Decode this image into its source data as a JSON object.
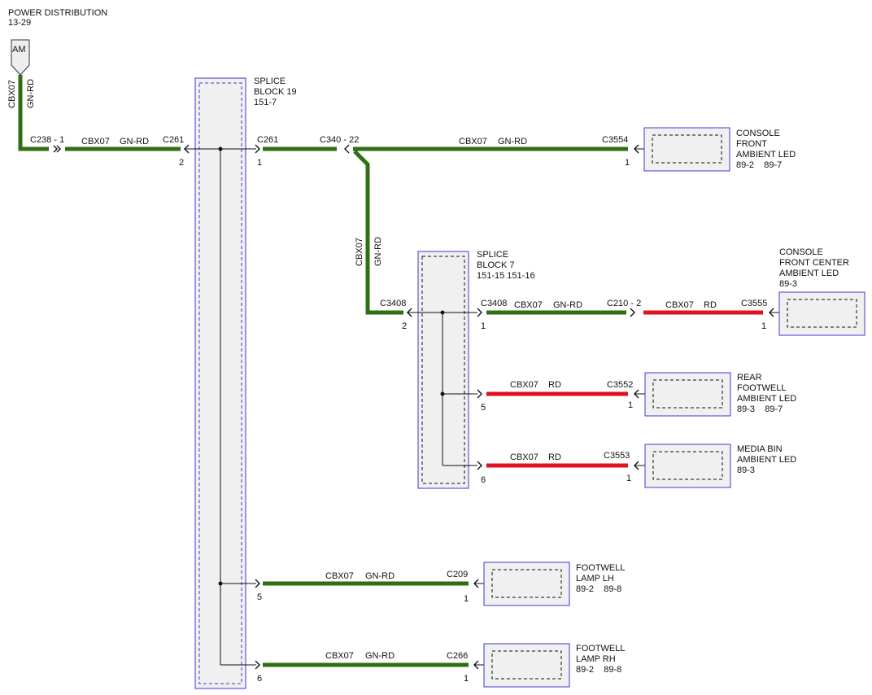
{
  "colors": {
    "green_wire": "#2f6f14",
    "green_wire_dark": "#1f4f0a",
    "red_wire": "#e0101c",
    "red_wire_dark": "#8a0008",
    "thin_line": "#111111",
    "box_border": "#3a3ad0",
    "box_fill": "#f0f0f0"
  },
  "header": {
    "title": "POWER DISTRIBUTION",
    "ref": "13-29",
    "tag": "AM"
  },
  "wires": {
    "circuit": "CBX07",
    "gn_rd": "GN-RD",
    "rd": "RD"
  },
  "connectors": {
    "c238_1": "C238 - 1",
    "c261": "C261",
    "c340_22": "C340 - 22",
    "c3554": "C3554",
    "c3408": "C3408",
    "c210_2": "C210 - 2",
    "c3555": "C3555",
    "c3552": "C3552",
    "c3553": "C3553",
    "c209": "C209",
    "c266": "C266"
  },
  "pins": {
    "p1": "1",
    "p2": "2",
    "p5": "5",
    "p6": "6"
  },
  "splice19": {
    "line1": "SPLICE",
    "line2": "BLOCK 19",
    "ref": "151-7"
  },
  "splice7": {
    "line1": "SPLICE",
    "line2": "BLOCK 7",
    "ref": "151-15  151-16"
  },
  "components": {
    "console_front": {
      "line1": "CONSOLE",
      "line2": "FRONT",
      "line3": "AMBIENT LED",
      "ref": "89-2    89-7"
    },
    "console_front_center": {
      "line1": "CONSOLE",
      "line2": "FRONT CENTER",
      "line3": "AMBIENT LED",
      "ref": "89-3"
    },
    "rear_footwell": {
      "line1": "REAR",
      "line2": "FOOTWELL",
      "line3": "AMBIENT LED",
      "ref": "89-3    89-7"
    },
    "media_bin": {
      "line1": "MEDIA BIN",
      "line2": "AMBIENT LED",
      "ref": "89-3"
    },
    "footwell_lh": {
      "line1": "FOOTWELL",
      "line2": "LAMP LH",
      "ref": "89-2    89-8"
    },
    "footwell_rh": {
      "line1": "FOOTWELL",
      "line2": "LAMP RH",
      "ref": "89-2    89-8"
    }
  }
}
